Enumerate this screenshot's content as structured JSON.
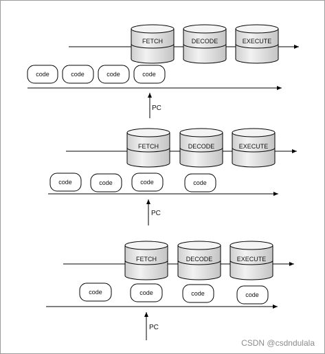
{
  "stages": [
    "FETCH",
    "DECODE",
    "EXECUTE"
  ],
  "code_label": "code",
  "pc_label": "PC",
  "watermark": "CSDN @csdndulala",
  "colors": {
    "cylinder_fill": "#e6e6e6",
    "cylinder_top": "#f4f4f4",
    "stroke": "#000000",
    "border": "#9a9a9a"
  }
}
